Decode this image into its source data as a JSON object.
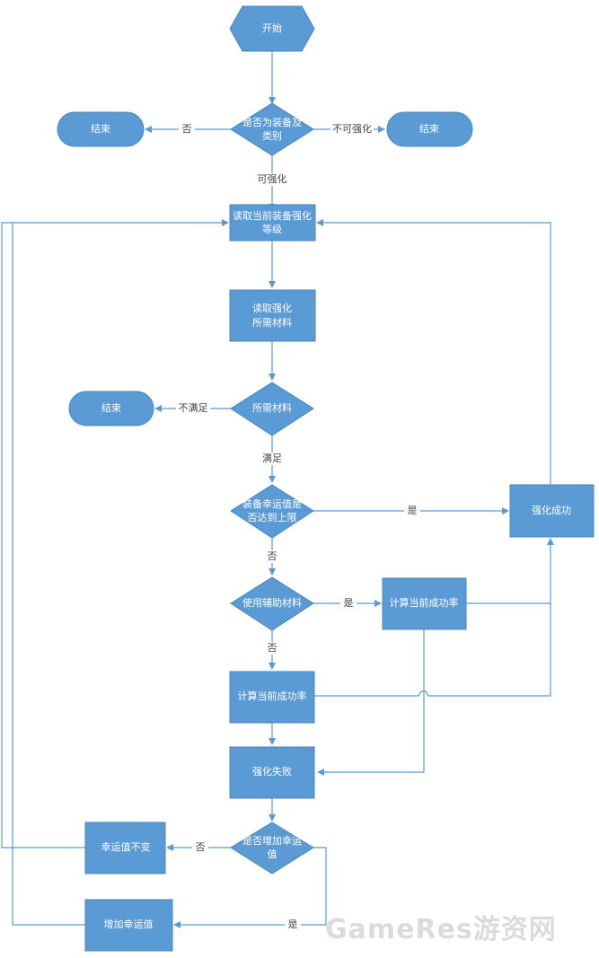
{
  "colors": {
    "shape_fill": "#5B9BD5",
    "shape_stroke": "#4A86BE",
    "line": "#5B9BD5",
    "edge_text": "#444444"
  },
  "nodes": {
    "start": "开始",
    "check_equip": [
      "是否为装备及",
      "类别"
    ],
    "end_left": "结束",
    "end_right": "结束",
    "read_level": [
      "读取当前装备强化",
      "等级"
    ],
    "read_materials": [
      "读取强化",
      "所需材料"
    ],
    "materials": "所需材料",
    "end_materials": "结束",
    "luck_limit": [
      "装备幸运值是",
      "否达到上限"
    ],
    "success": "强化成功",
    "aux_material": "使用辅助材料",
    "calc_rate_right": "计算当前成功率",
    "calc_rate": "计算当前成功率",
    "fail": "强化失败",
    "add_luck_q": [
      "是否增加幸运",
      "值"
    ],
    "luck_unchanged": "幸运值不变",
    "luck_added": "增加幸运值"
  },
  "edges": {
    "no_1": "否",
    "cannot_enhance": "不可强化",
    "can_enhance": "可强化",
    "not_satisfied": "不满足",
    "satisfied": "满足",
    "yes_limit": "是",
    "no_limit": "否",
    "yes_aux": "是",
    "no_aux": "否",
    "no_luck": "否",
    "yes_luck": "是"
  },
  "watermark": "GameRes游资网"
}
